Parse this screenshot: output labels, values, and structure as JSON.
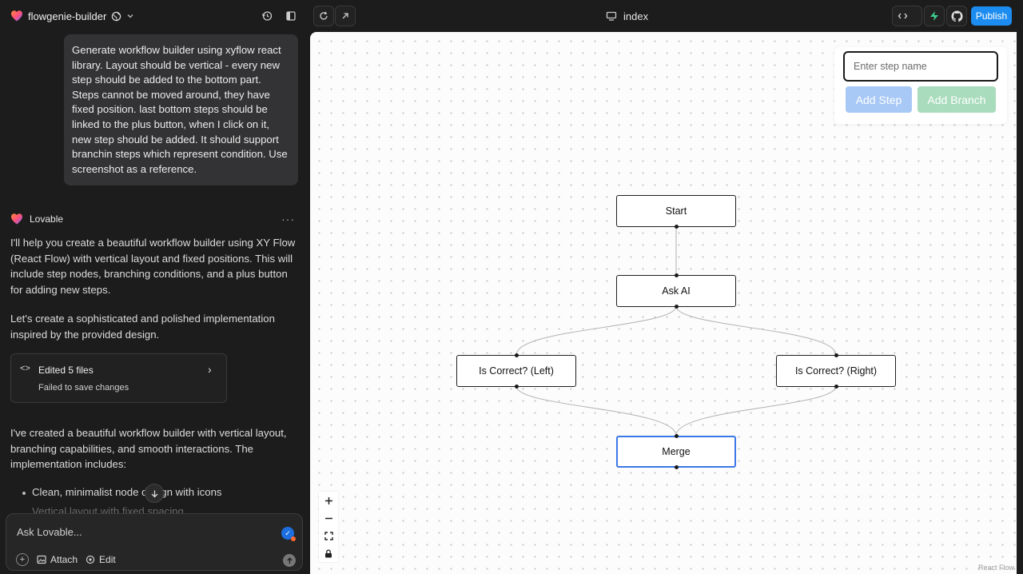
{
  "topbar": {
    "project_name": "flowgenie-builder",
    "page_name": "index",
    "publish_label": "Publish"
  },
  "chat": {
    "user_message": "Generate workflow builder using xyflow react library. Layout should be vertical - every new step should be added to the bottom part. Steps cannot be moved around, they have fixed position. last bottom steps should be linked to the plus button, when I click on it, new step should be added. It should support branchin steps which represent condition. Use screenshot as a reference.",
    "assistant_name": "Lovable",
    "paragraph_1": "I'll help you create a beautiful workflow builder using XY Flow (React Flow) with vertical layout and fixed positions. This will include step nodes, branching conditions, and a plus button for adding new steps.",
    "paragraph_2": "Let's create a sophisticated and polished implementation inspired by the provided design.",
    "edited_card": {
      "title": "Edited 5 files",
      "status": "Failed to save changes"
    },
    "paragraph_3": "I've created a beautiful workflow builder with vertical layout, branching capabilities, and smooth interactions. The implementation includes:",
    "bullets": [
      "Clean, minimalist node design with icons",
      "Vertical layout with fixed spacing"
    ],
    "composer": {
      "placeholder": "Ask Lovable...",
      "attach_label": "Attach",
      "edit_label": "Edit"
    }
  },
  "canvas": {
    "panel": {
      "input_placeholder": "Enter step name",
      "add_step_label": "Add Step",
      "add_branch_label": "Add Branch"
    },
    "nodes": [
      {
        "id": "start",
        "label": "Start"
      },
      {
        "id": "ask-ai",
        "label": "Ask AI"
      },
      {
        "id": "is-correct-left",
        "label": "Is Correct? (Left)"
      },
      {
        "id": "is-correct-right",
        "label": "Is Correct? (Right)"
      },
      {
        "id": "merge",
        "label": "Merge",
        "selected": true
      }
    ],
    "attribution": "React Flow"
  },
  "colors": {
    "accent": "#1d8cf0",
    "add_step": "#a8c8f6",
    "add_branch": "#a9dcbc",
    "selected_node": "#3b78e7"
  }
}
